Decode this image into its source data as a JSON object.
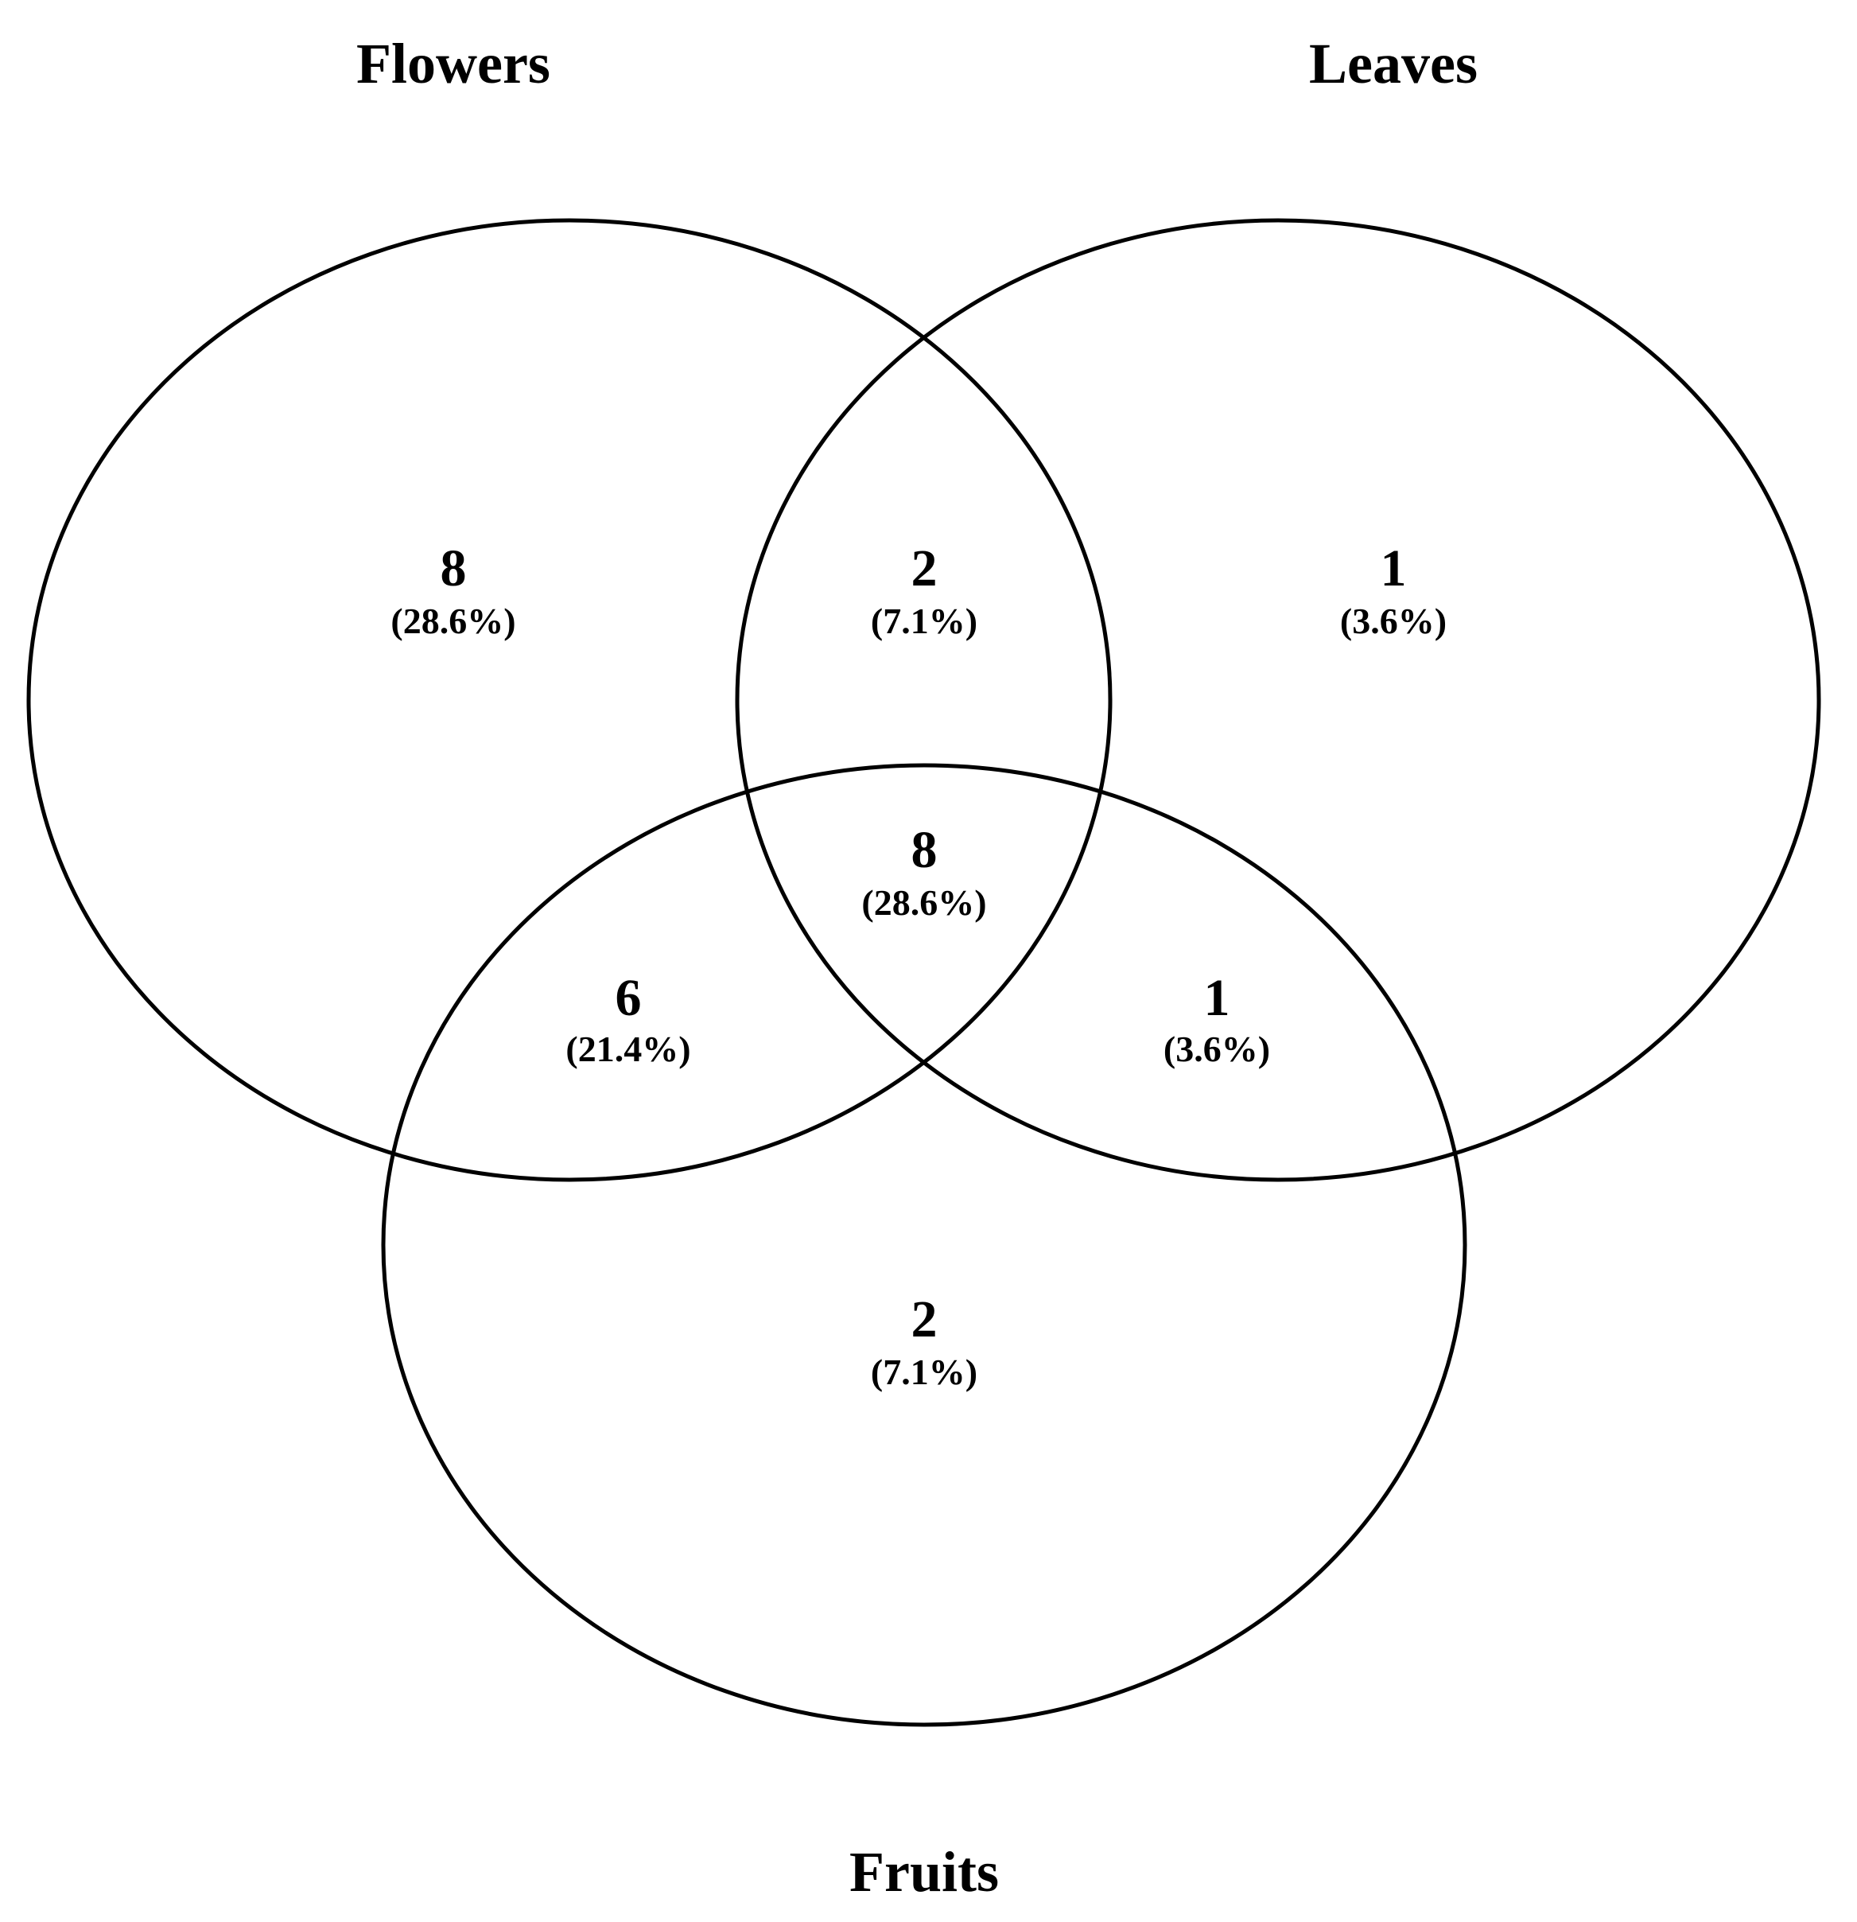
{
  "diagram": {
    "type": "venn",
    "sets": [
      {
        "id": "flowers",
        "label": "Flowers"
      },
      {
        "id": "leaves",
        "label": "Leaves"
      },
      {
        "id": "fruits",
        "label": "Fruits"
      }
    ],
    "regions": [
      {
        "id": "flowers_only",
        "count": "8",
        "percent": "(28.6%)"
      },
      {
        "id": "flowers_leaves",
        "count": "2",
        "percent": "(7.1%)"
      },
      {
        "id": "leaves_only",
        "count": "1",
        "percent": "(3.6%)"
      },
      {
        "id": "all_three",
        "count": "8",
        "percent": "(28.6%)"
      },
      {
        "id": "flowers_fruits",
        "count": "6",
        "percent": "(21.4%)"
      },
      {
        "id": "leaves_fruits",
        "count": "1",
        "percent": "(3.6%)"
      },
      {
        "id": "fruits_only",
        "count": "2",
        "percent": "(7.1%)"
      }
    ]
  }
}
